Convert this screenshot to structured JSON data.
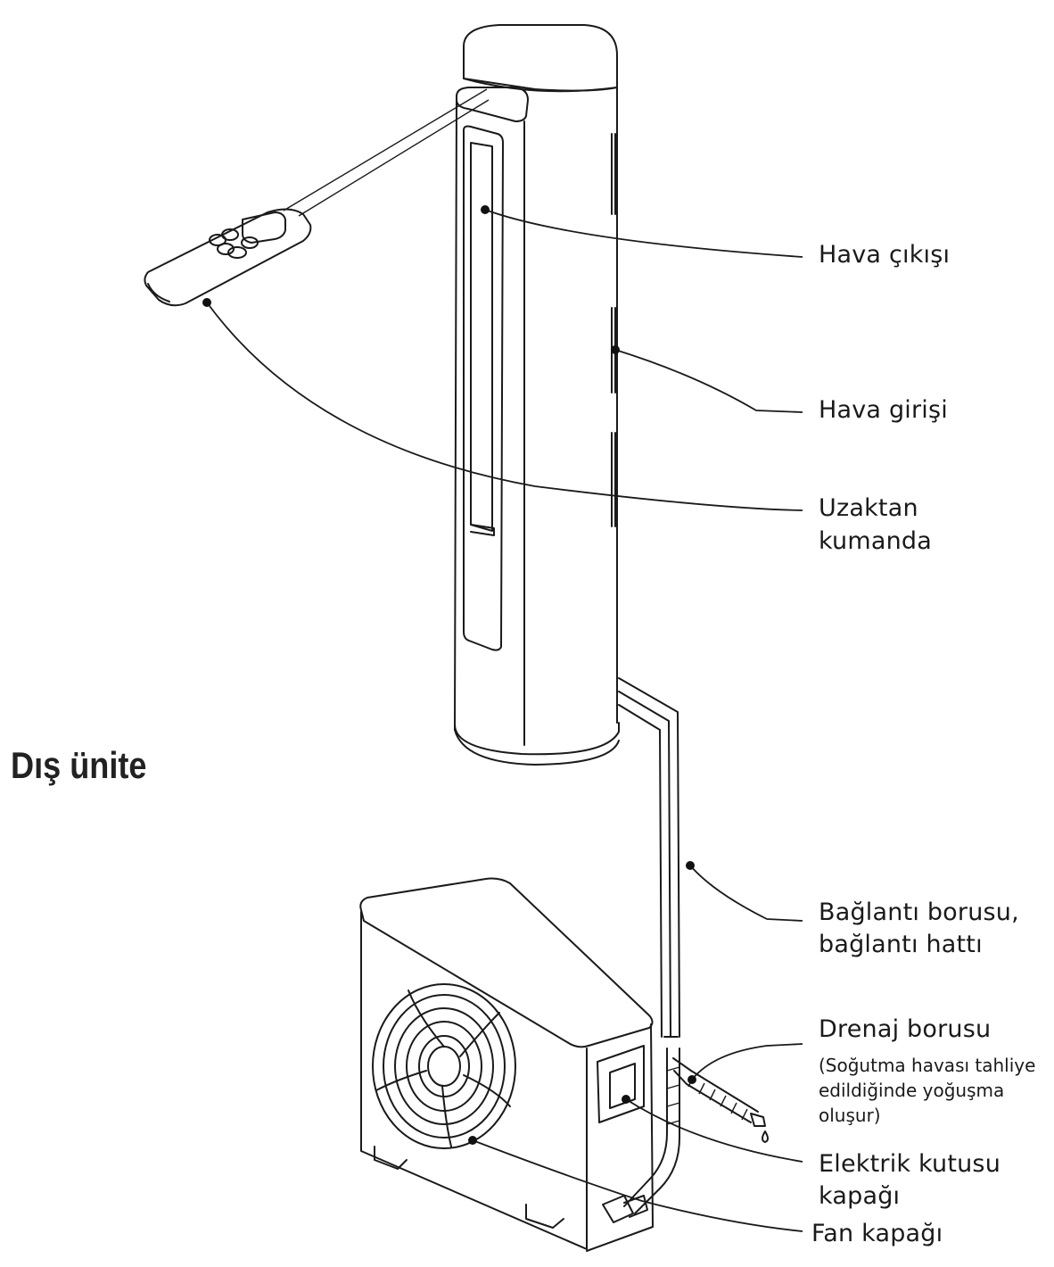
{
  "section_title": "Dış ünite",
  "callouts": {
    "air_outlet": "Hava çıkışı",
    "air_inlet": "Hava girişi",
    "remote_line1": "Uzaktan",
    "remote_line2": "kumanda",
    "pipe_line1": "Bağlantı borusu,",
    "pipe_line2": "bağlantı hattı",
    "drain_title": "Drenaj borusu",
    "drain_note_line1": "(Soğutma havası tahliye",
    "drain_note_line2": "edildiğinde yoğuşma",
    "drain_note_line3": "oluşur)",
    "electric_line1": "Elektrik kutusu",
    "electric_line2": "kapağı",
    "fan_cover": "Fan kapağı"
  }
}
